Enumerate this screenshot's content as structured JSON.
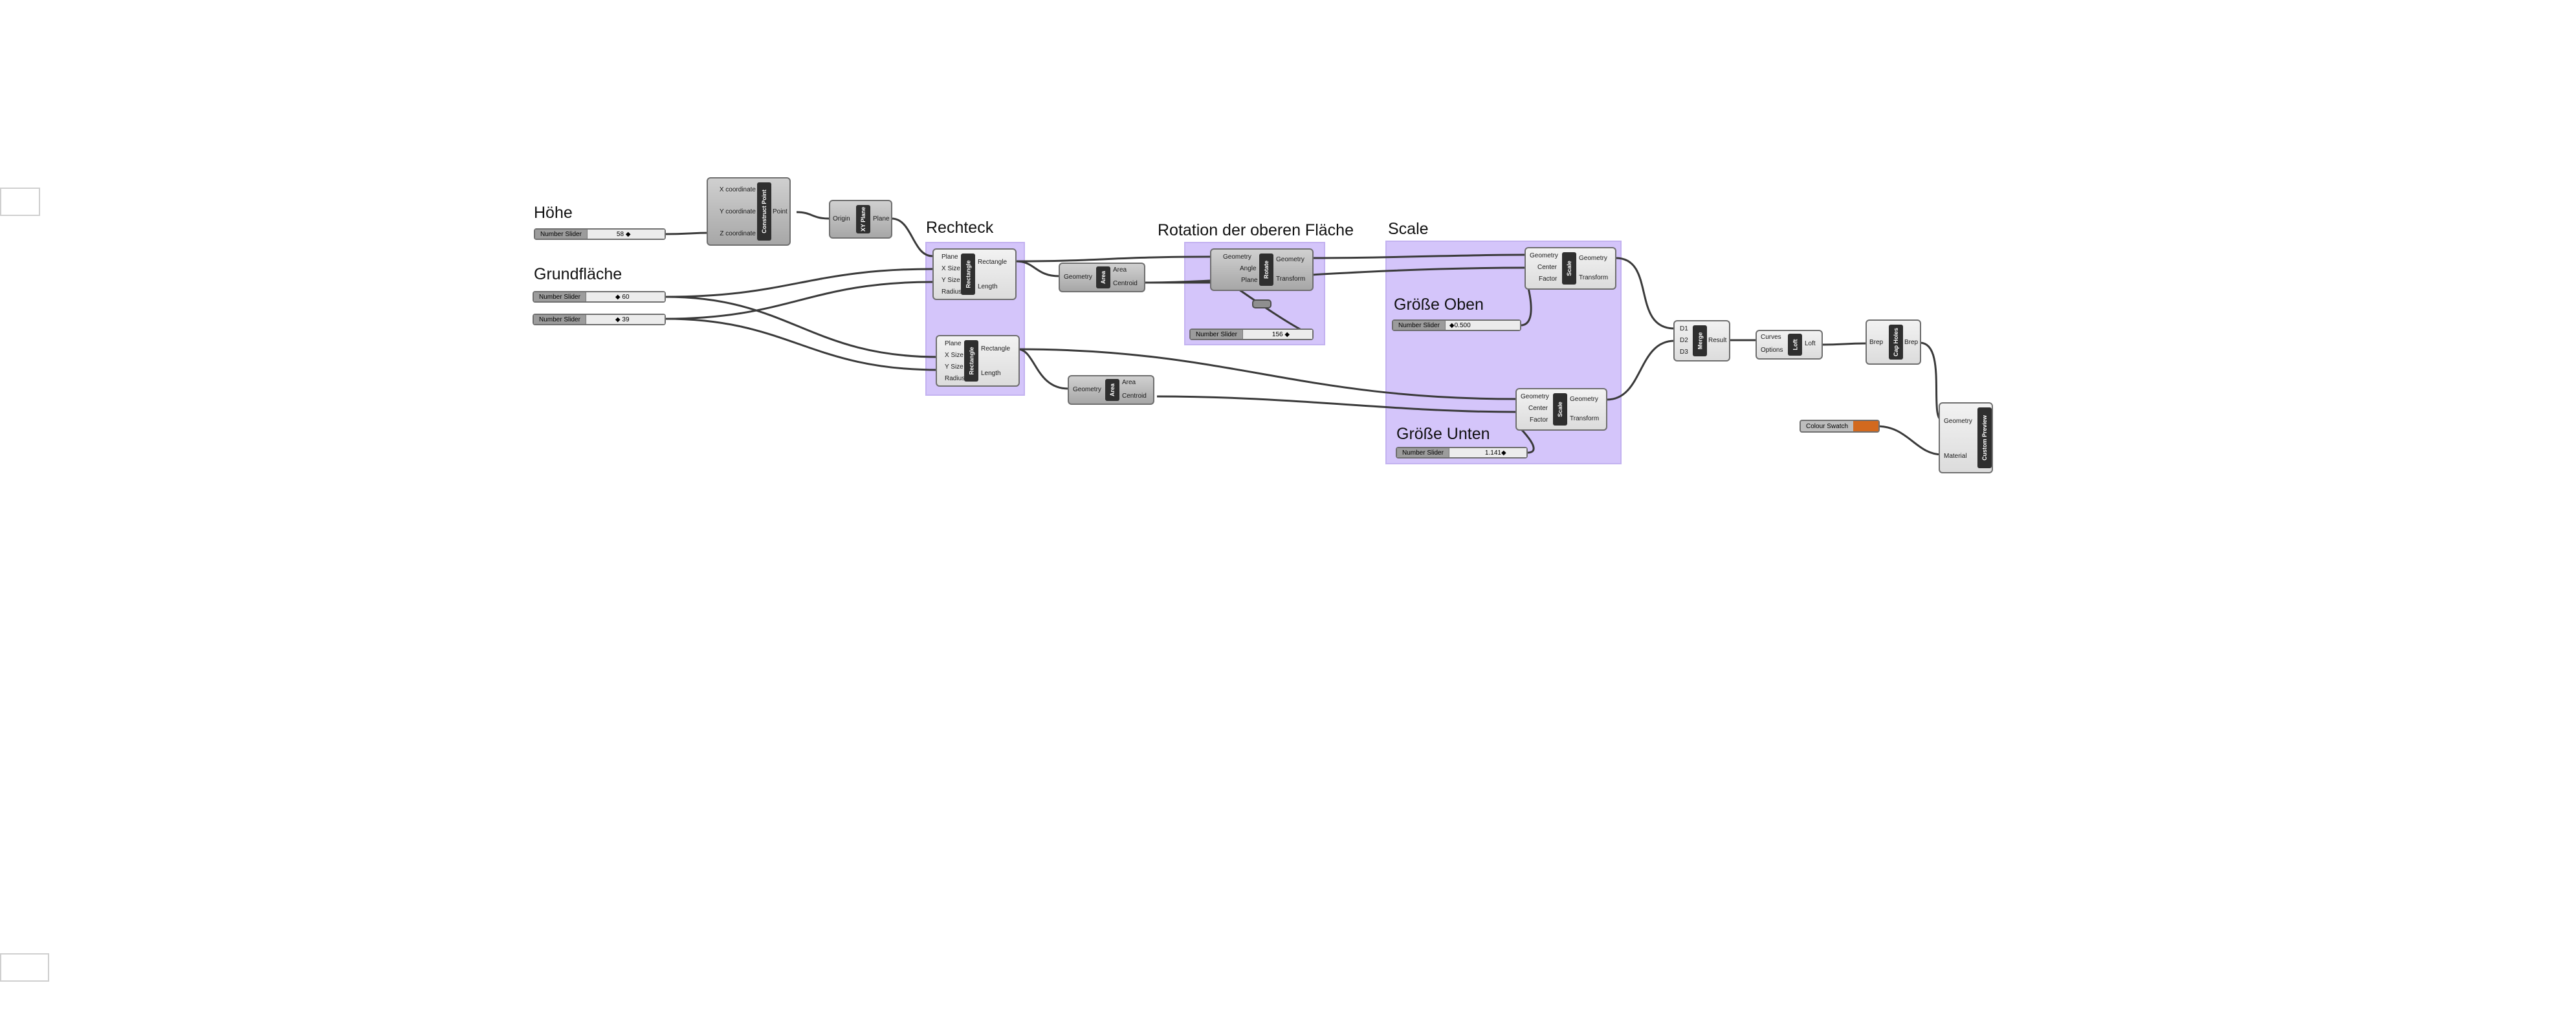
{
  "groups": {
    "rechteck": "Rechteck",
    "rotation": "Rotation der oberen Fläche",
    "scale": "Scale"
  },
  "labels": {
    "hoehe": "Höhe",
    "grundflaeche": "Grundfläche",
    "groesse_oben": "Größe Oben",
    "groesse_unten": "Größe Unten"
  },
  "sliders": {
    "hoehe": {
      "label": "Number Slider",
      "value": "58 ◆"
    },
    "grund_x": {
      "label": "Number Slider",
      "value": "◆ 60"
    },
    "grund_y": {
      "label": "Number Slider",
      "value": "◆ 39"
    },
    "rotation": {
      "label": "Number Slider",
      "value": "156 ◆"
    },
    "oben": {
      "label": "Number Slider",
      "value": "◆0.500"
    },
    "unten": {
      "label": "Number Slider",
      "value": "1.141◆"
    }
  },
  "components": {
    "construct_point": {
      "name": "Construct Point",
      "inputs": [
        "X coordinate",
        "Y coordinate",
        "Z coordinate"
      ],
      "outputs": [
        "Point"
      ]
    },
    "xy_plane": {
      "name": "XY Plane",
      "inputs": [
        "Origin"
      ],
      "outputs": [
        "Plane"
      ]
    },
    "rectangle_top": {
      "name": "Rectangle",
      "inputs": [
        "Plane",
        "X Size",
        "Y Size",
        "Radius"
      ],
      "outputs": [
        "Rectangle",
        "Length"
      ]
    },
    "rectangle_bottom": {
      "name": "Rectangle",
      "inputs": [
        "Plane",
        "X Size",
        "Y Size",
        "Radius"
      ],
      "outputs": [
        "Rectangle",
        "Length"
      ]
    },
    "area_top": {
      "name": "Area",
      "inputs": [
        "Geometry"
      ],
      "outputs": [
        "Area",
        "Centroid"
      ]
    },
    "area_bottom": {
      "name": "Area",
      "inputs": [
        "Geometry"
      ],
      "outputs": [
        "Area",
        "Centroid"
      ]
    },
    "rotate": {
      "name": "Rotate",
      "inputs": [
        "Geometry",
        "Angle",
        "Plane"
      ],
      "outputs": [
        "Geometry",
        "Transform"
      ]
    },
    "scale_top": {
      "name": "Scale",
      "inputs": [
        "Geometry",
        "Center",
        "Factor"
      ],
      "outputs": [
        "Geometry",
        "Transform"
      ]
    },
    "scale_bottom": {
      "name": "Scale",
      "inputs": [
        "Geometry",
        "Center",
        "Factor"
      ],
      "outputs": [
        "Geometry",
        "Transform"
      ]
    },
    "merge": {
      "name": "Merge",
      "inputs": [
        "D1",
        "D2",
        "D3"
      ],
      "outputs": [
        "Result"
      ]
    },
    "loft": {
      "name": "Loft",
      "inputs": [
        "Curves",
        "Options"
      ],
      "outputs": [
        "Loft"
      ]
    },
    "cap_holes": {
      "name": "Cap Holes",
      "inputs": [
        "Brep"
      ],
      "outputs": [
        "Brep"
      ]
    },
    "custom_preview": {
      "name": "Custom Preview",
      "inputs": [
        "Geometry",
        "Material"
      ],
      "outputs": []
    }
  },
  "colour_swatch": {
    "label": "Colour Swatch",
    "color": "#d2691e"
  },
  "colors": {
    "group_fill": "#d4c5fa",
    "wire": "#3a3a3a",
    "component": "#b3b3b3"
  }
}
